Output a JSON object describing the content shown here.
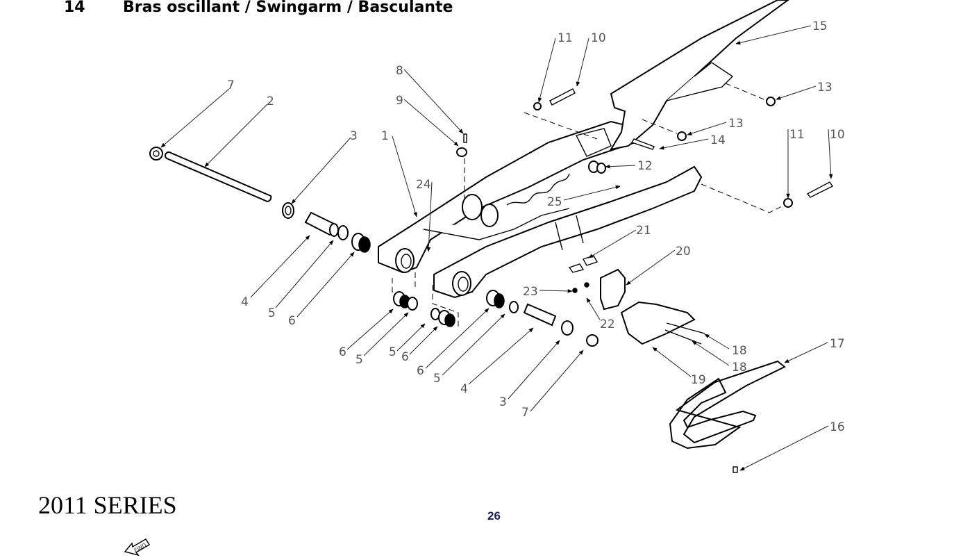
{
  "header": {
    "section_number": "14",
    "title": "Bras oscillant / Swingarm / Basculante"
  },
  "footer": {
    "series_label": "2011 SERIES",
    "page_number": "26",
    "fwd_icon": "fwd-arrow-icon",
    "fwd_label": "FWD"
  },
  "colors": {
    "page_number": "#1a1a5e",
    "callout_text": "#555555",
    "line": "#000000"
  },
  "callouts": [
    {
      "id": "c7a",
      "label": "7"
    },
    {
      "id": "c2",
      "label": "2"
    },
    {
      "id": "c3a",
      "label": "3"
    },
    {
      "id": "c1",
      "label": "1"
    },
    {
      "id": "c8",
      "label": "8"
    },
    {
      "id": "c9",
      "label": "9"
    },
    {
      "id": "c11a",
      "label": "11"
    },
    {
      "id": "c10a",
      "label": "10"
    },
    {
      "id": "c15",
      "label": "15"
    },
    {
      "id": "c13a",
      "label": "13"
    },
    {
      "id": "c13b",
      "label": "13"
    },
    {
      "id": "c14",
      "label": "14"
    },
    {
      "id": "c11b",
      "label": "11"
    },
    {
      "id": "c10b",
      "label": "10"
    },
    {
      "id": "c12",
      "label": "12"
    },
    {
      "id": "c24",
      "label": "24"
    },
    {
      "id": "c25",
      "label": "25"
    },
    {
      "id": "c21",
      "label": "21"
    },
    {
      "id": "c20",
      "label": "20"
    },
    {
      "id": "c23",
      "label": "23"
    },
    {
      "id": "c22",
      "label": "22"
    },
    {
      "id": "c18a",
      "label": "18"
    },
    {
      "id": "c18b",
      "label": "18"
    },
    {
      "id": "c19",
      "label": "19"
    },
    {
      "id": "c17",
      "label": "17"
    },
    {
      "id": "c16",
      "label": "16"
    },
    {
      "id": "c4a",
      "label": "4"
    },
    {
      "id": "c5a",
      "label": "5"
    },
    {
      "id": "c6a",
      "label": "6"
    },
    {
      "id": "c6b",
      "label": "6"
    },
    {
      "id": "c5b",
      "label": "5"
    },
    {
      "id": "c5c",
      "label": "5"
    },
    {
      "id": "c6c",
      "label": "6"
    },
    {
      "id": "c6d",
      "label": "6"
    },
    {
      "id": "c5d",
      "label": "5"
    },
    {
      "id": "c4b",
      "label": "4"
    },
    {
      "id": "c3b",
      "label": "3"
    },
    {
      "id": "c7b",
      "label": "7"
    }
  ]
}
